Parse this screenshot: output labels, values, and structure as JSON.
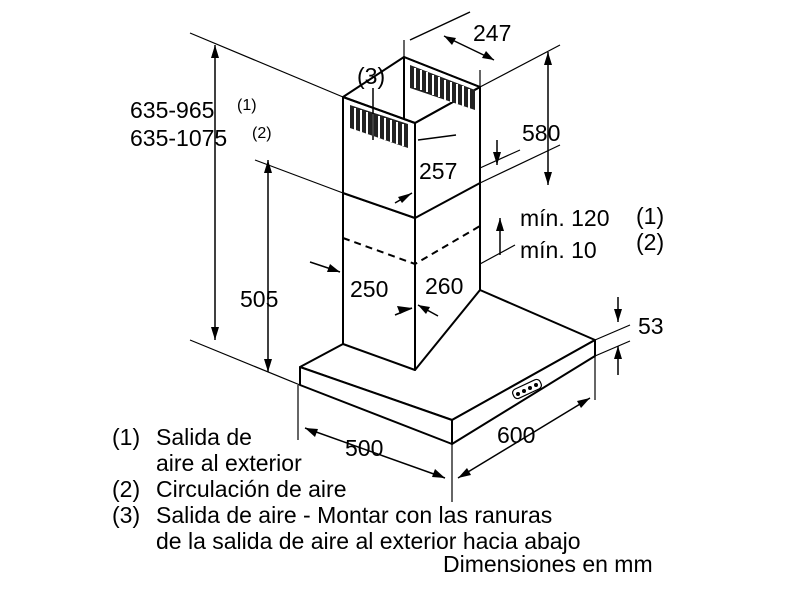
{
  "dimensions": {
    "height_range_1": "635-965",
    "height_range_1_ref": "(1)",
    "height_range_2": "635-1075",
    "height_range_2_ref": "(2)",
    "chimney_width_top": "247",
    "upper_chimney_height": "580",
    "chimney_depth_top": "257",
    "outlet_ref": "(3)",
    "min_clearance_1": "mín. 120",
    "min_clearance_1_ref": "(1)",
    "min_clearance_2": "mín. 10",
    "min_clearance_2_ref": "(2)",
    "chimney_width_lower": "250",
    "chimney_depth_lower": "260",
    "hood_to_bottom": "505",
    "canopy_thickness": "53",
    "canopy_depth": "500",
    "canopy_width": "600"
  },
  "legend": {
    "items": [
      {
        "num": "(1)",
        "line1": "Salida de",
        "line2": "aire al exterior"
      },
      {
        "num": "(2)",
        "line1": "Circulación de aire",
        "line2": ""
      },
      {
        "num": "(3)",
        "line1": "Salida de aire - Montar con las ranuras",
        "line2": "de la salida de aire al exterior hacia abajo"
      }
    ],
    "units": "Dimensiones en mm"
  }
}
